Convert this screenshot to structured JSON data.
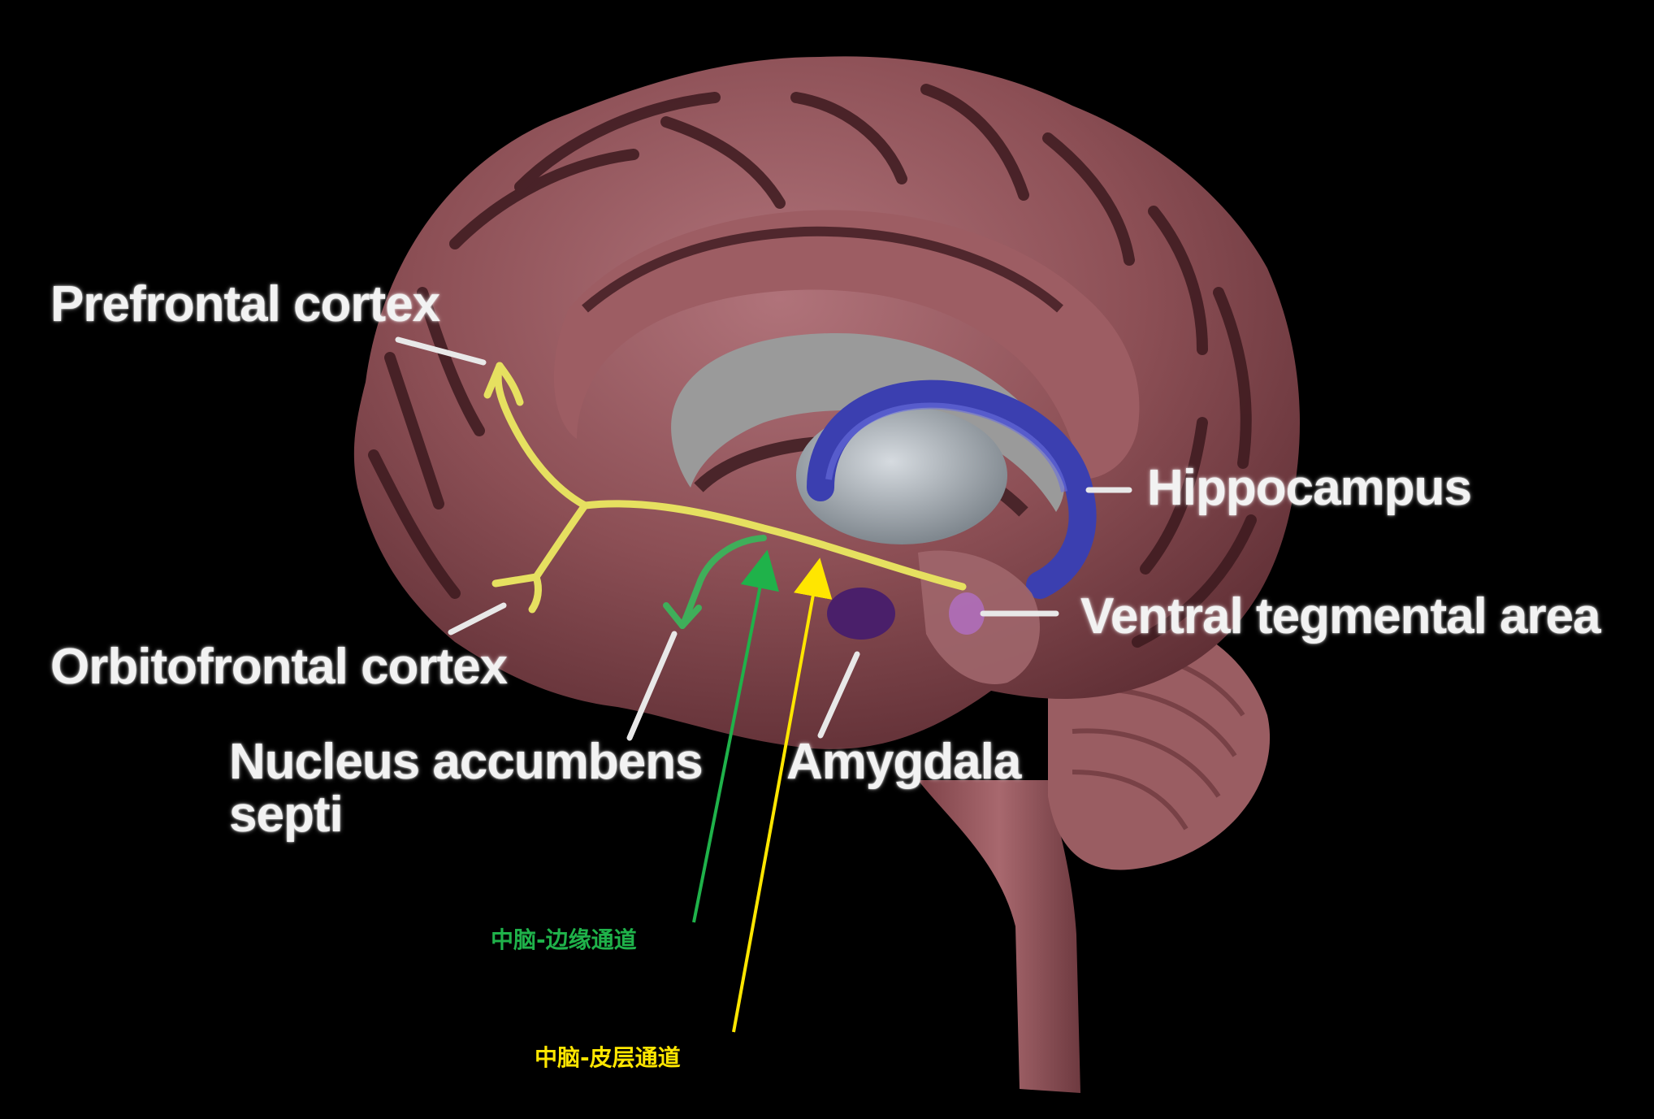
{
  "labels": {
    "prefrontal": "Prefrontal cortex",
    "orbitofrontal": "Orbitofrontal cortex",
    "nucleus_line1": "Nucleus accumbens",
    "nucleus_line2": "septi",
    "amygdala": "Amygdala",
    "hippocampus": "Hippocampus",
    "vta": "Ventral tegmental area"
  },
  "annotations": {
    "mesolimbic": "中脑-边缘通道",
    "mesocortical": "中脑-皮层通道"
  },
  "colors": {
    "background": "#000000",
    "cortex": "#8c4f55",
    "cortex_highlight": "#c98a8f",
    "sulcus": "#3d1a1f",
    "ventricle": "#9a9a9a",
    "thalamus": "#a9b0b6",
    "hippocampus": "#3b3fb0",
    "amygdala": "#4a1f6a",
    "vta": "#b06fc0",
    "mesocortical_pathway": "#e6e060",
    "mesolimbic_pathway": "#3fae5a",
    "mesolimbic_text": "#1fb24a",
    "mesocortical_text": "#ffe600",
    "label_text": "#f2f2f2"
  }
}
